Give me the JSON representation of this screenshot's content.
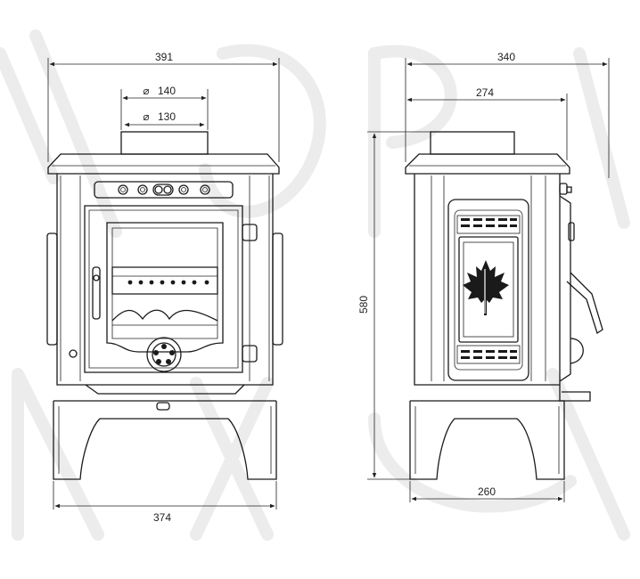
{
  "dimensions": {
    "front_total_width": "391",
    "flue_outer": "140",
    "flue_inner": "130",
    "front_feet_width": "374",
    "side_total_width": "340",
    "side_inner_width": "274",
    "height": "580",
    "side_feet_width": "260"
  },
  "symbols": {
    "diameter": "⌀"
  },
  "colors": {
    "line": "#1a1a1a",
    "watermark": "#ececec",
    "background": "#ffffff"
  }
}
